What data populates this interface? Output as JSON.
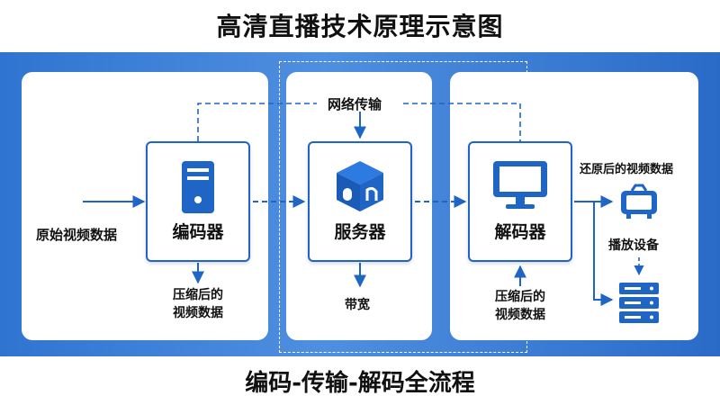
{
  "title": "高清直播技术原理示意图",
  "network_label": "网络传输",
  "input_label": "原始视频数据",
  "encoder": {
    "label": "编码器",
    "icon": "server-tower-icon"
  },
  "server": {
    "label": "服务器",
    "icon": "cube-box-icon"
  },
  "decoder": {
    "label": "解码器",
    "icon": "monitor-icon"
  },
  "encoder_output": {
    "line1": "压缩后的",
    "line2": "视频数据"
  },
  "bandwidth_label": "带宽",
  "decoder_input": {
    "line1": "压缩后的",
    "line2": "视频数据"
  },
  "restored_label": "还原后的视频数据",
  "playback_label": "播放设备",
  "bottom_title": "编码-传输-解码全流程",
  "colors": {
    "accent": "#1f65c5",
    "band": "#3b7fd8"
  }
}
